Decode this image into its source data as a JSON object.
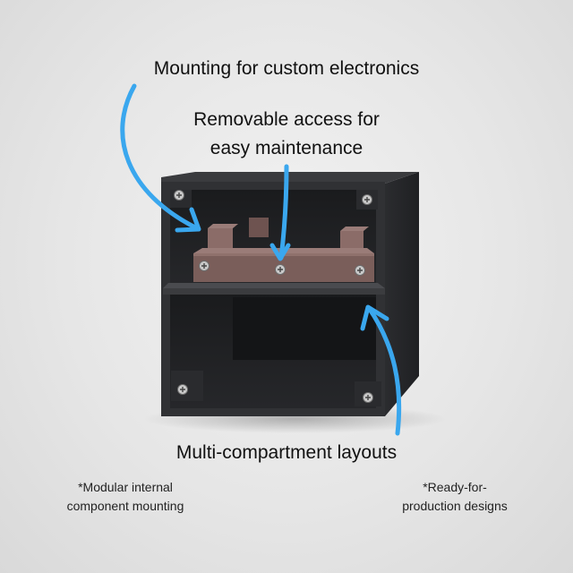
{
  "callouts": {
    "top": "Mounting for custom electronics",
    "middle_line1": "Removable access for",
    "middle_line2": "easy maintenance",
    "bottom": "Multi-compartment layouts"
  },
  "footnotes": {
    "left_line1": "*Modular internal",
    "left_line2": "component mounting",
    "right_line1": "*Ready-for-",
    "right_line2": "production designs"
  },
  "colors": {
    "background": "#e6e6e6",
    "enclosure": "#2f3033",
    "component": "#7a5e5a",
    "arrow": "#3aa7ee"
  },
  "icons": [
    "arrow-icon",
    "screw-icon"
  ]
}
